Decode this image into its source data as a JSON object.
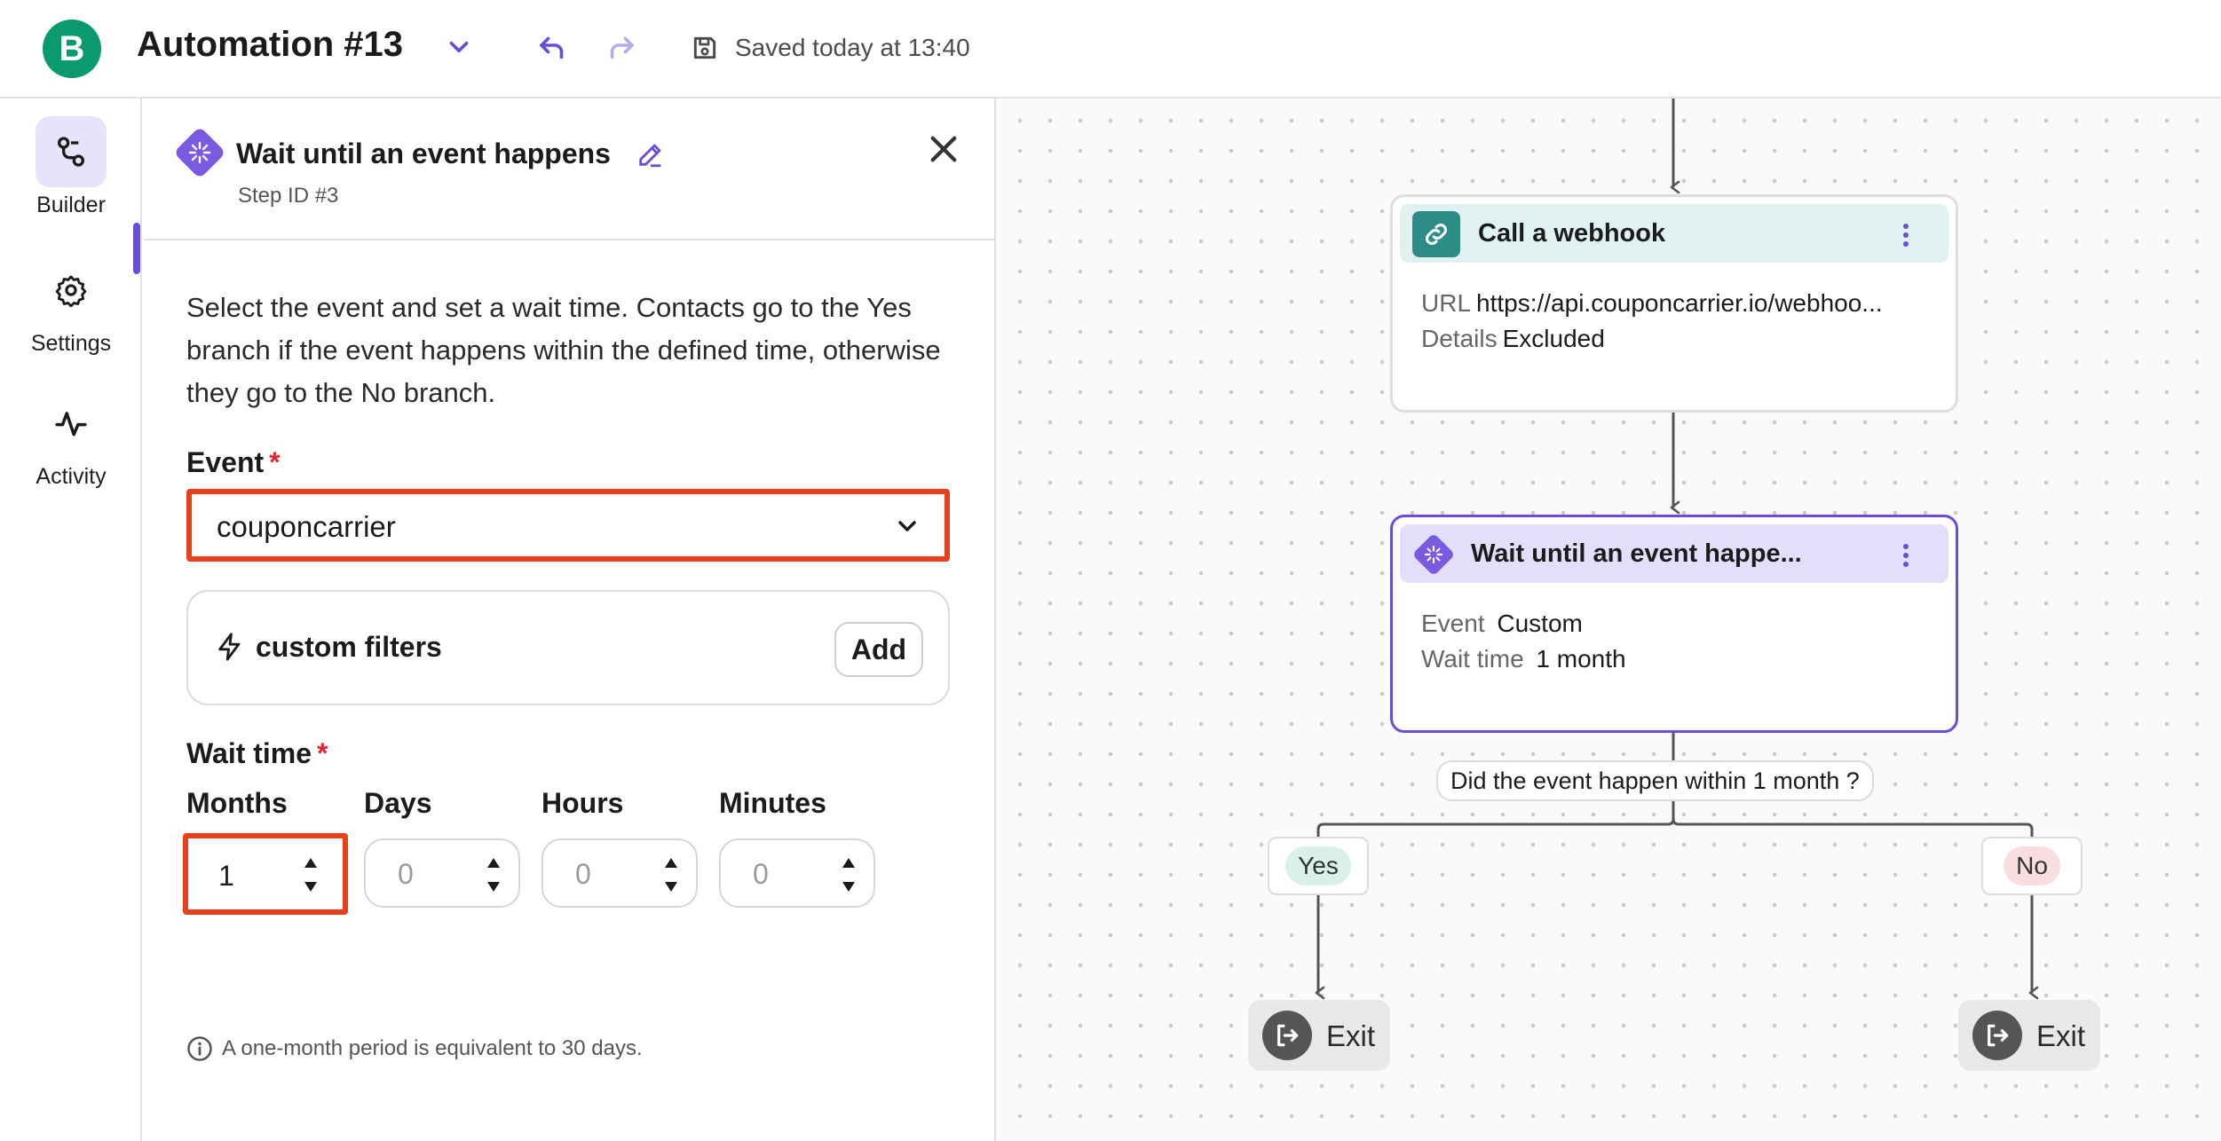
{
  "header": {
    "logo_letter": "B",
    "title": "Automation #13",
    "saved_status": "Saved today at 13:40"
  },
  "nav": {
    "items": [
      {
        "label": "Builder",
        "icon": "builder-icon",
        "active": true
      },
      {
        "label": "Settings",
        "icon": "gear-icon",
        "active": false
      },
      {
        "label": "Activity",
        "icon": "activity-icon",
        "active": false
      }
    ]
  },
  "panel": {
    "step_title": "Wait until an event happens",
    "step_id": "Step ID #3",
    "description": "Select the event and set a wait time. Contacts go to the Yes branch if the event happens within the defined time, otherwise they go to the No branch.",
    "event_label": "Event",
    "required_mark": "*",
    "event_value": "couponcarrier",
    "filters_label": "custom filters",
    "add_label": "Add",
    "wait_label": "Wait time",
    "units": {
      "months": {
        "label": "Months",
        "value": "1"
      },
      "days": {
        "label": "Days",
        "value": "0"
      },
      "hours": {
        "label": "Hours",
        "value": "0"
      },
      "minutes": {
        "label": "Minutes",
        "value": "0"
      }
    },
    "hint": "A one-month period is equivalent to 30 days."
  },
  "canvas": {
    "webhook": {
      "title": "Call a webhook",
      "url_key": "URL",
      "url_value": "https://api.couponcarrier.io/webhoo...",
      "details_key": "Details",
      "details_value": "Excluded"
    },
    "wait": {
      "title": "Wait until an event happe...",
      "event_key": "Event",
      "event_value": "Custom",
      "wait_key": "Wait time",
      "wait_value": "1 month"
    },
    "question": "Did the event happen within 1 month ?",
    "yes_label": "Yes",
    "no_label": "No",
    "exit_label": "Exit"
  },
  "colors": {
    "accent": "#6c4bd8",
    "brand": "#0b996e",
    "highlight": "#e8401d",
    "webhook_teal": "#2e8c86"
  }
}
